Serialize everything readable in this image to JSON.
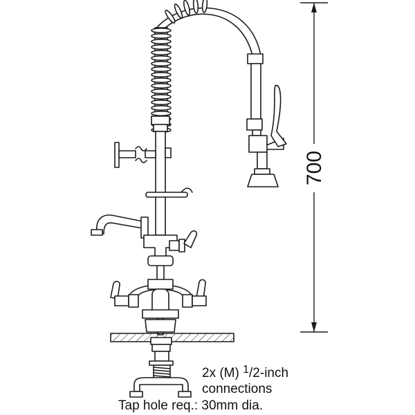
{
  "dimension": {
    "value": "700"
  },
  "notes": {
    "connections_count": "2x (M)",
    "fraction_numerator": "1",
    "fraction_denominator": "2",
    "connections_size": "-inch",
    "connections_word": "connections",
    "tap_hole": "Tap hole req.: 30mm dia."
  },
  "colors": {
    "line": "#1a1a1a",
    "paper": "#ffffff"
  }
}
